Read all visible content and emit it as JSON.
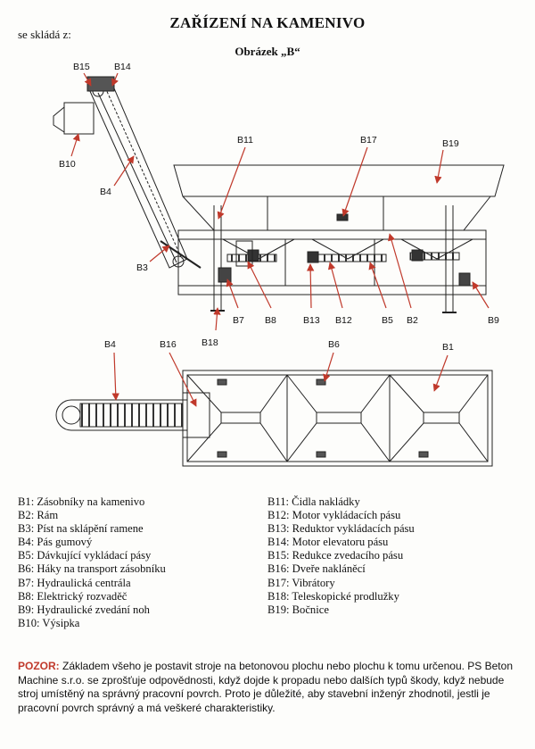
{
  "header": {
    "title": "ZAŘÍZENÍ NA KAMENIVO",
    "intro": "se skládá z:",
    "figure_caption": "Obrázek „B“"
  },
  "diagram_labels": {
    "B1": "B1",
    "B2": "B2",
    "B3": "B3",
    "B4": "B4",
    "B5": "B5",
    "B6": "B6",
    "B7": "B7",
    "B8": "B8",
    "B9": "B9",
    "B10": "B10",
    "B11": "B11",
    "B12": "B12",
    "B13": "B13",
    "B14": "B14",
    "B15": "B15",
    "B16": "B16",
    "B17": "B17",
    "B18": "B18",
    "B19": "B19"
  },
  "legend_left": [
    "B1: Zásobníky na kamenivo",
    "B2: Rám",
    "B3: Píst na sklápění ramene",
    "B4: Pás gumový",
    "B5: Dávkující vykládací pásy",
    "B6: Háky na transport zásobníku",
    "B7: Hydraulická centrála",
    "B8: Elektrický rozvaděč",
    "B9: Hydraulické zvedání noh",
    "B10: Výsipka"
  ],
  "legend_right": [
    "B11: Čidla nakládky",
    "B12: Motor vykládacích pásu",
    "B13: Reduktor vykládacích pásu",
    "B14: Motor elevatoru pásu",
    "B15: Redukce zvedacího pásu",
    "B16: Dveře nakláněcí",
    "B17: Vibrátory",
    "B18: Teleskopické prodlužky",
    "B19: Bočnice"
  ],
  "warning": {
    "label": "POZOR:",
    "text": " Základem všeho je postavit stroje na betonovou plochu nebo plochu k tomu určenou. PS Beton Machine s.r.o. se zprošťuje odpovědnosti, když dojde k propadu nebo dalších typů škody, když nebude stroj umístěný na správný pracovní povrch. Proto je důležité, aby stavební inženýr zhodnotil, jestli je pracovní povrch správný a má veškeré charakteristiky."
  },
  "colors": {
    "arrow": "#c0392b",
    "warning": "#c0392b",
    "line": "#222222"
  }
}
